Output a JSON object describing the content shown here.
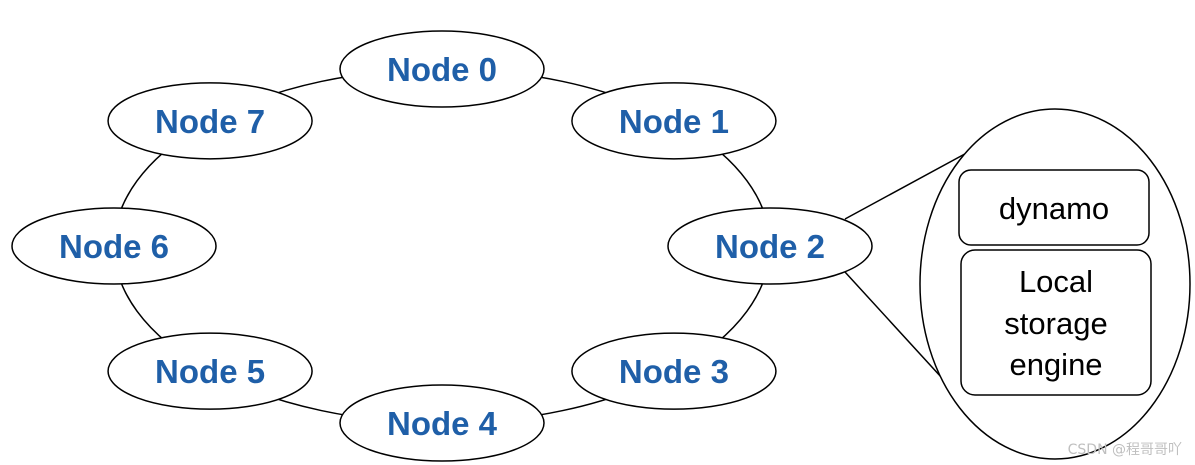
{
  "ring": {
    "nodes": [
      {
        "label": "Node 0",
        "angle_deg": -90
      },
      {
        "label": "Node 1",
        "angle_deg": -45
      },
      {
        "label": "Node 2",
        "angle_deg": 0
      },
      {
        "label": "Node 3",
        "angle_deg": 45
      },
      {
        "label": "Node 4",
        "angle_deg": 90
      },
      {
        "label": "Node 5",
        "angle_deg": 135
      },
      {
        "label": "Node 6",
        "angle_deg": 180
      },
      {
        "label": "Node 7",
        "angle_deg": 225
      }
    ],
    "zoomed_node": "Node 2"
  },
  "zoom": {
    "top_box": "dynamo",
    "bottom_box_lines": [
      "Local",
      "storage",
      "engine"
    ]
  },
  "watermark": "CSDN @程哥哥吖",
  "colors": {
    "node_text": "#1f5fa8",
    "stroke": "#000000",
    "background": "#ffffff"
  }
}
